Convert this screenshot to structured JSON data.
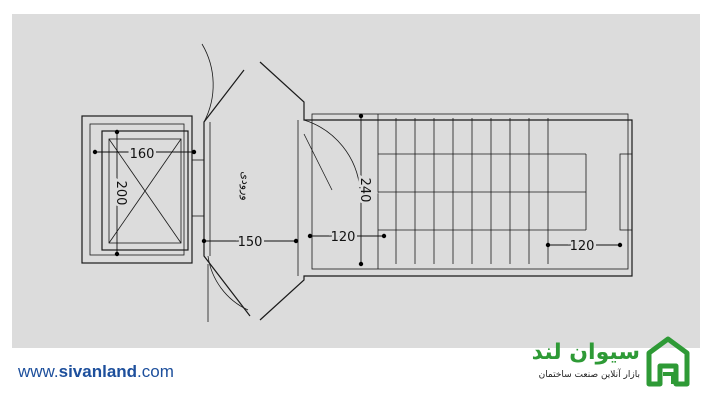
{
  "drawing": {
    "room_label": "ورودی",
    "dimensions": {
      "cabin_width": "160",
      "cabin_depth": "200",
      "corridor_width": "150",
      "landing_width": "120",
      "stair_length": "240",
      "flight_width": "120"
    }
  },
  "footer": {
    "url_prefix": "www.",
    "url_brand": "sivanland",
    "url_suffix": ".com"
  },
  "logo": {
    "name": "سیوان لند",
    "tagline": "بازار آنلاین صنعت ساختمان",
    "icon": "house-logo-icon",
    "color": "#2e9a36"
  },
  "colors": {
    "background": "#dcdcdc",
    "url_text": "#1d4f9c"
  }
}
